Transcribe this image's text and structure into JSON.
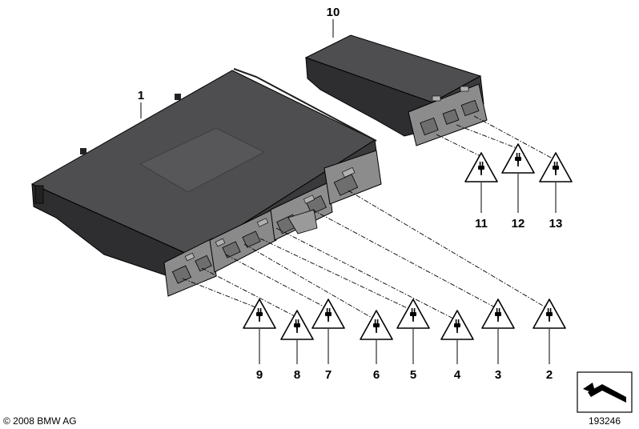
{
  "callouts": {
    "c1": "1",
    "c2": "2",
    "c3": "3",
    "c4": "4",
    "c5": "5",
    "c6": "6",
    "c7": "7",
    "c8": "8",
    "c9": "9",
    "c10": "10",
    "c11": "11",
    "c12": "12",
    "c13": "13"
  },
  "footer": {
    "copyright": "© 2008 BMW AG",
    "diagram_number": "193246"
  },
  "colors": {
    "housing_top": "#4e4e50",
    "housing_side": "#2e2e30",
    "connector": "#8c8c8c",
    "outline": "#000000"
  },
  "icons": {
    "warning": "plug-warning-icon",
    "orientation": "orientation-arrow-icon"
  }
}
